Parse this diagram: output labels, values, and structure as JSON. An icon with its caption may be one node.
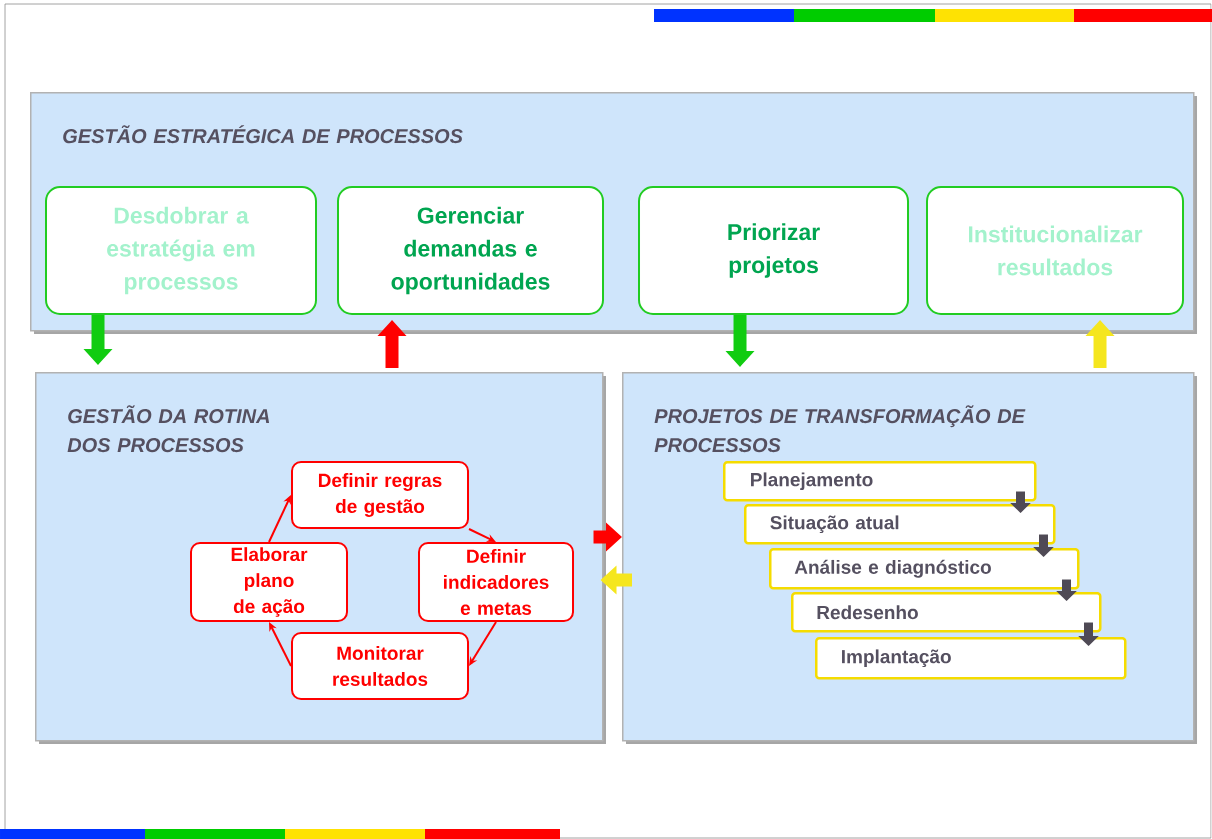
{
  "diagram": {
    "nodes": [
      {
        "text": [
          "GESTÃO ESTRATÉGICA DE PROCESSOS"
        ]
      },
      {
        "text": [
          "Desdobrar a estratégia em processos"
        ],
        "in": 0
      },
      {
        "text": [
          "Gerenciar demandas e oportunidades"
        ],
        "in": 0
      },
      {
        "text": [
          "Priorizar projetos"
        ],
        "in": 0
      },
      {
        "text": [
          "Institucionalizar resultados"
        ],
        "in": 0
      },
      {
        "text": [
          "GESTÃO DA ROTINA DOS PROCESSOS"
        ]
      },
      {
        "text": [
          "Definir regras de gestão"
        ],
        "in": 5
      },
      {
        "text": [
          "Definir indicadores e metas"
        ],
        "in": 5
      },
      {
        "text": [
          "Monitorar resultados"
        ],
        "in": 5
      },
      {
        "text": [
          "Elaborar plano de ação"
        ],
        "in": 5
      },
      {
        "text": [
          "PROJETOS DE TRANSFORMAÇÃO DE PROCESSOS"
        ]
      },
      {
        "text": [
          "Planejamento"
        ],
        "in": 10
      },
      {
        "text": [
          "Situação atual"
        ],
        "in": 10
      },
      {
        "text": [
          "Análise e diagnóstico"
        ],
        "in": 10
      },
      {
        "text": [
          "Redesenho"
        ],
        "in": 10
      },
      {
        "text": [
          "Implantação"
        ],
        "in": 10
      }
    ],
    "edges": [
      {
        "from": 1,
        "to": 5,
        "arrow": "to",
        "color": "#11cc11"
      },
      {
        "from": 5,
        "to": 2,
        "arrow": "to",
        "color": "#ff0000"
      },
      {
        "from": 3,
        "to": 10,
        "arrow": "to",
        "color": "#11cc11"
      },
      {
        "from": 10,
        "to": 4,
        "arrow": "to",
        "color": "#f5e61e"
      },
      {
        "from": 5,
        "to": 10,
        "arrow": "to",
        "color": "#ff0000"
      },
      {
        "from": 10,
        "to": 5,
        "arrow": "to",
        "color": "#f5e61e"
      },
      {
        "from": 6,
        "to": 7,
        "arrow": "to",
        "color": "#ff0000"
      },
      {
        "from": 7,
        "to": 8,
        "arrow": "to",
        "color": "#ff0000"
      },
      {
        "from": 8,
        "to": 9,
        "arrow": "to",
        "color": "#ff0000"
      },
      {
        "from": 9,
        "to": 6,
        "arrow": "to",
        "color": "#ff0000"
      },
      {
        "from": 11,
        "to": 12,
        "arrow": "to",
        "color": "#4f4a55"
      },
      {
        "from": 12,
        "to": 13,
        "arrow": "to",
        "color": "#4f4a55"
      },
      {
        "from": 13,
        "to": 14,
        "arrow": "to",
        "color": "#4f4a55"
      },
      {
        "from": 14,
        "to": 15,
        "arrow": "to",
        "color": "#4f4a55"
      }
    ]
  }
}
